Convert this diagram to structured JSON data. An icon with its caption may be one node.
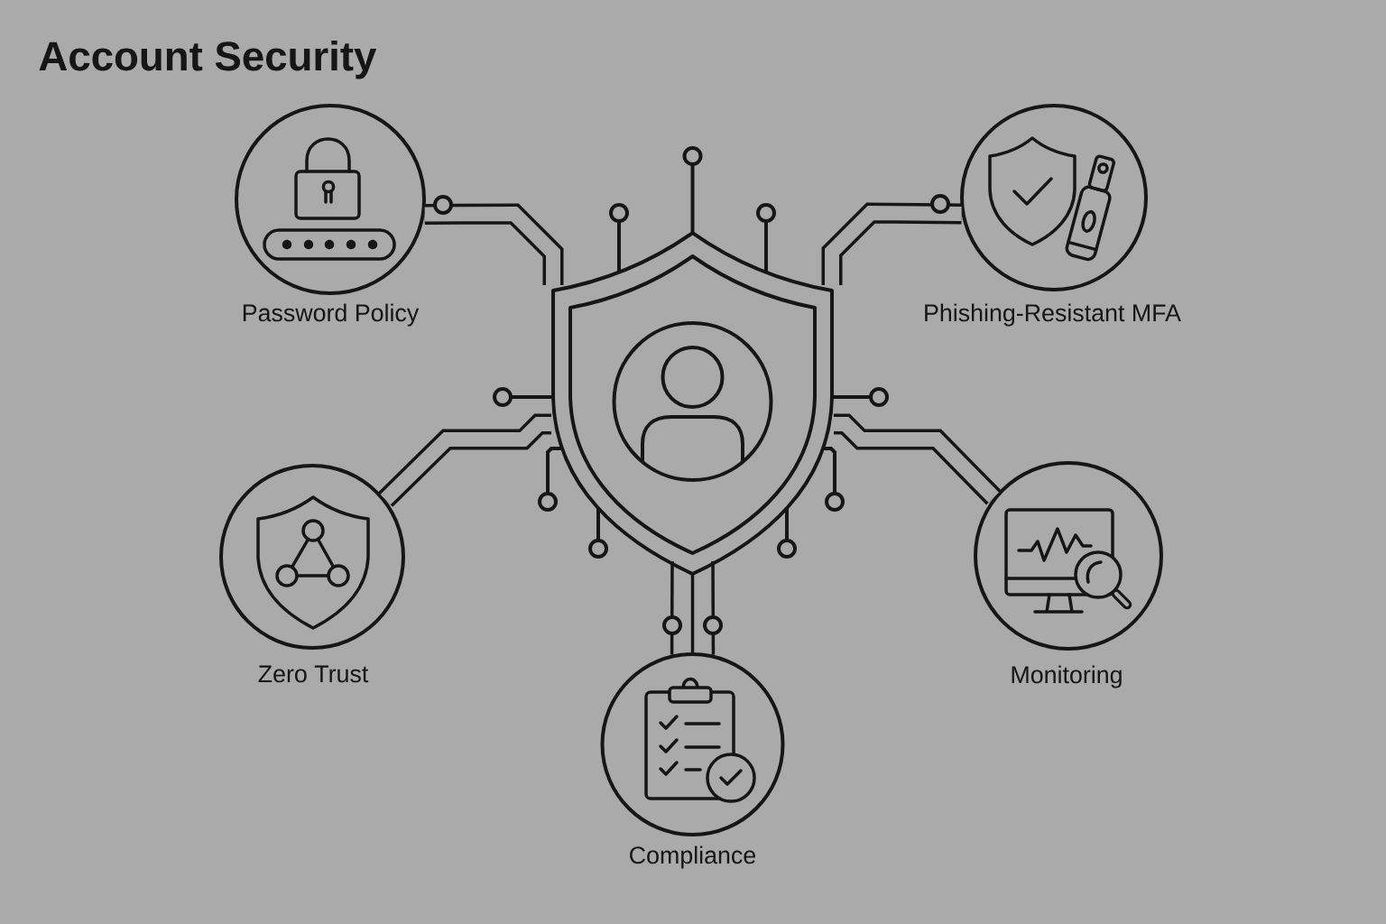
{
  "diagram": {
    "title": "Account Security",
    "nodes": [
      {
        "text": [
          "Password Policy"
        ]
      },
      {
        "text": [],
        "shape": "shield"
      },
      {
        "text": [
          "Phishing-Resistant MFA"
        ]
      },
      {
        "text": [
          "Zero Trust"
        ]
      },
      {
        "text": [
          "Monitoring"
        ]
      },
      {
        "text": [
          "Compliance"
        ]
      }
    ],
    "edges": [
      {
        "from": 1,
        "to": 0,
        "arrow": "other"
      },
      {
        "from": 1,
        "to": 2,
        "arrow": "other"
      },
      {
        "from": 1,
        "to": 3,
        "arrow": "none"
      },
      {
        "from": 1,
        "to": 4,
        "arrow": "none"
      },
      {
        "from": 1,
        "to": 5,
        "arrow": "none"
      },
      {
        "from": 1,
        "to": 5,
        "arrow": "none"
      },
      {
        "from": 1,
        "to": 5,
        "arrow": "none"
      }
    ]
  }
}
